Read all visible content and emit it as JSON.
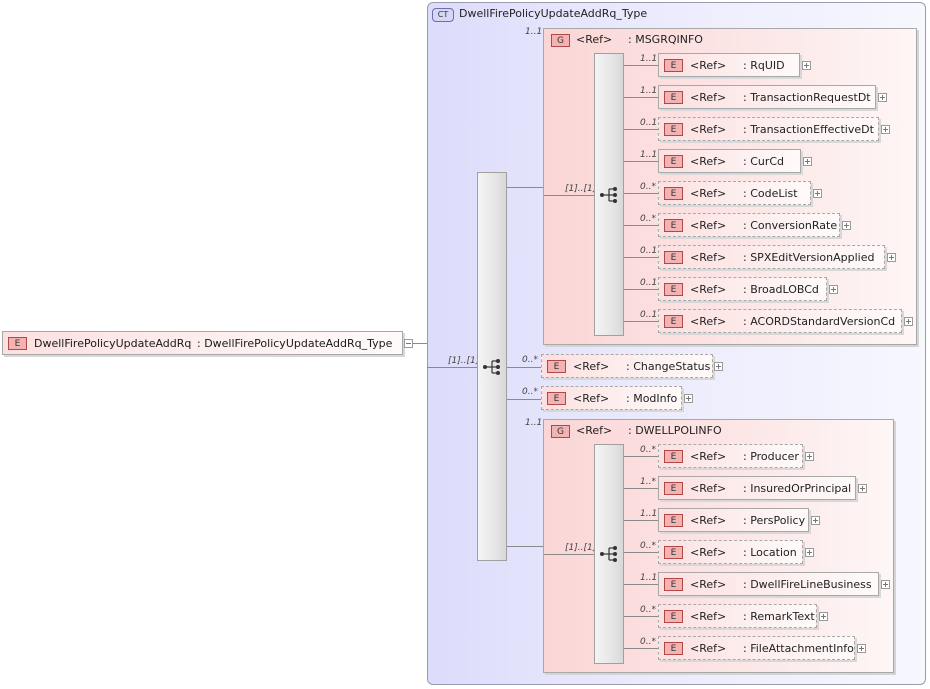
{
  "complex_type": {
    "badge": "CT",
    "name": "DwellFirePolicyUpdateAddRq_Type"
  },
  "root": {
    "badge": "E",
    "name": "DwellFirePolicyUpdateAddRq",
    "type": ": DwellFirePolicyUpdateAddRq_Type"
  },
  "main_sequence": {
    "cardinality": "[1]..[1]"
  },
  "msgrqinfo": {
    "badge": "G",
    "ref": "<Ref>",
    "name": ": MSGRQINFO",
    "cardinality": "1..1",
    "seq_cardinality": "[1]..[1]",
    "children": [
      {
        "badge": "E",
        "ref": "<Ref>",
        "name": ": RqUID",
        "cardinality": "1..1"
      },
      {
        "badge": "E",
        "ref": "<Ref>",
        "name": ": TransactionRequestDt",
        "cardinality": "1..1"
      },
      {
        "badge": "E",
        "ref": "<Ref>",
        "name": ": TransactionEffectiveDt",
        "cardinality": "0..1"
      },
      {
        "badge": "E",
        "ref": "<Ref>",
        "name": ": CurCd",
        "cardinality": "1..1"
      },
      {
        "badge": "E",
        "ref": "<Ref>",
        "name": ": CodeList",
        "cardinality": "0..*"
      },
      {
        "badge": "E",
        "ref": "<Ref>",
        "name": ": ConversionRate",
        "cardinality": "0..*"
      },
      {
        "badge": "E",
        "ref": "<Ref>",
        "name": ": SPXEditVersionApplied",
        "cardinality": "0..1"
      },
      {
        "badge": "E",
        "ref": "<Ref>",
        "name": ": BroadLOBCd",
        "cardinality": "0..1"
      },
      {
        "badge": "E",
        "ref": "<Ref>",
        "name": ": ACORDStandardVersionCd",
        "cardinality": "0..1"
      }
    ]
  },
  "change_status": {
    "badge": "E",
    "ref": "<Ref>",
    "name": ": ChangeStatus",
    "cardinality": "0..*"
  },
  "mod_info": {
    "badge": "E",
    "ref": "<Ref>",
    "name": ": ModInfo",
    "cardinality": "0..*"
  },
  "dwellpolinfo": {
    "badge": "G",
    "ref": "<Ref>",
    "name": ": DWELLPOLINFO",
    "cardinality": "1..1",
    "seq_cardinality": "[1]..[1]",
    "children": [
      {
        "badge": "E",
        "ref": "<Ref>",
        "name": ": Producer",
        "cardinality": "0..*"
      },
      {
        "badge": "E",
        "ref": "<Ref>",
        "name": ": InsuredOrPrincipal",
        "cardinality": "1..*"
      },
      {
        "badge": "E",
        "ref": "<Ref>",
        "name": ": PersPolicy",
        "cardinality": "1..1"
      },
      {
        "badge": "E",
        "ref": "<Ref>",
        "name": ": Location",
        "cardinality": "0..*"
      },
      {
        "badge": "E",
        "ref": "<Ref>",
        "name": ": DwellFireLineBusiness",
        "cardinality": "1..1"
      },
      {
        "badge": "E",
        "ref": "<Ref>",
        "name": ": RemarkText",
        "cardinality": "0..*"
      },
      {
        "badge": "E",
        "ref": "<Ref>",
        "name": ": FileAttachmentInfo",
        "cardinality": "0..*"
      }
    ]
  }
}
